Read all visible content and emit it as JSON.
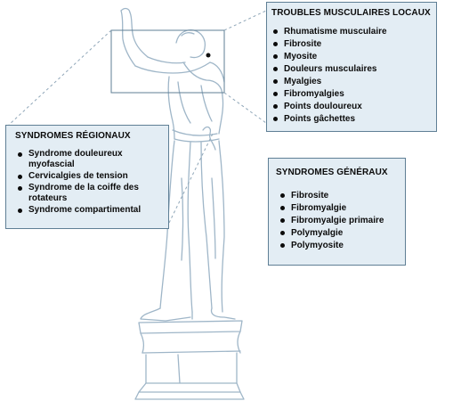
{
  "local": {
    "title": "TROUBLES MUSCULAIRES LOCAUX",
    "items": [
      "Rhumatisme musculaire",
      "Fibrosite",
      "Myosite",
      "Douleurs musculaires",
      "Myalgies",
      "Fibromyalgies",
      "Points douloureux",
      "Points gâchettes"
    ]
  },
  "regional": {
    "title": "SYNDROMES RÉGIONAUX",
    "items": [
      "Syndrome douleureux myofascial",
      "Cervicalgies de tension",
      "Syndrome de la coiffe des rotateurs",
      "Syndrome compartimental"
    ]
  },
  "general": {
    "title": "SYNDROMES GÉNÉRAUX",
    "items": [
      "Fibrosite",
      "Fibromyalgie",
      "Fibromyalgie primaire",
      "Polymyalgie",
      "Polymyosite"
    ]
  },
  "colors": {
    "box_fill": "#e3edf4",
    "box_border": "#5f7f95",
    "sketch_line": "#9fb6c8"
  }
}
